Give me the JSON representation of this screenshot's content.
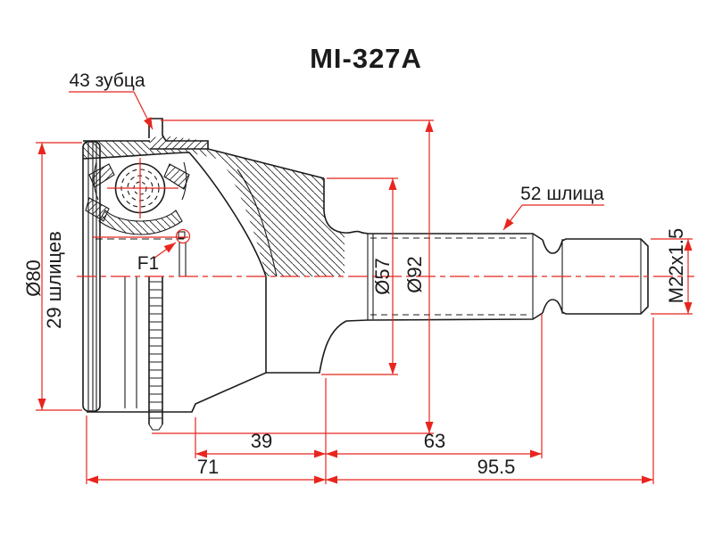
{
  "title": "MI-327A",
  "callouts": {
    "abs_teeth": "43 зубца",
    "shaft_splines": "52 шлица",
    "snap_ring": "F1"
  },
  "dimensions": {
    "outer_diameter": "Ø80",
    "hub_splines": "29 шлицев",
    "boot_seat_diameter": "Ø57",
    "abs_ring_diameter": "Ø92",
    "thread": "M22x1.5",
    "length_inner": "39",
    "length_body": "71",
    "length_shaft": "63",
    "length_total": "95.5"
  },
  "colors": {
    "line": "#1b1b1b",
    "dimension": "#e8251e",
    "background": "#ffffff"
  }
}
